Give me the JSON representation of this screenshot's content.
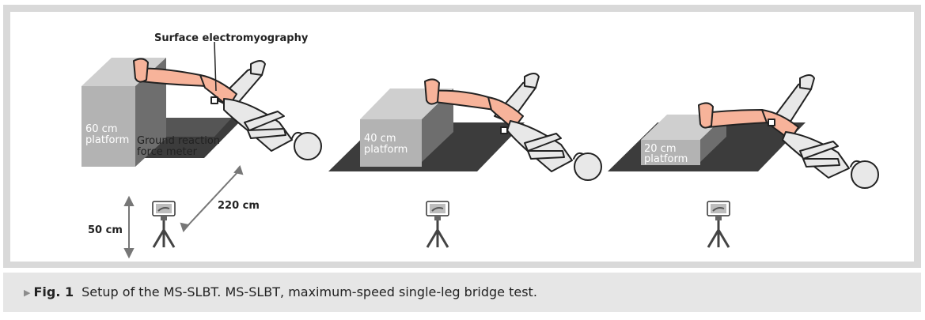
{
  "figure": {
    "labels": {
      "emg": "Surface electromyography",
      "grf_line1": "Ground reaction",
      "grf_line2": "force meter",
      "distance": "220 cm",
      "height": "50 cm"
    },
    "platforms": [
      {
        "line1": "60 cm",
        "line2": "platform"
      },
      {
        "line1": "40 cm",
        "line2": "platform"
      },
      {
        "line1": "20 cm",
        "line2": "platform"
      }
    ],
    "colors": {
      "skin": "#f7b39a",
      "body": "#e8e8e8",
      "floor": "#3c3c3c",
      "platform_front": "#b3b3b3",
      "platform_top": "#cfcfcf",
      "platform_side": "#6e6e6e"
    }
  },
  "caption": {
    "label": "Fig. 1",
    "text": "Setup of the MS-SLBT. MS-SLBT, maximum-speed single-leg bridge test."
  }
}
